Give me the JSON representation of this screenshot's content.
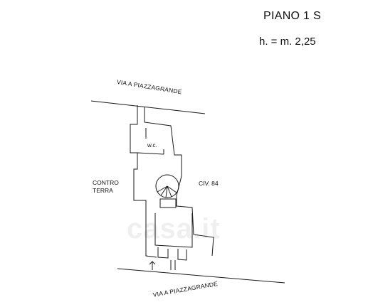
{
  "header": {
    "title": "PIANO 1 S",
    "height": "h. = m. 2,25"
  },
  "labels": {
    "street_top": "VIA A PIAZZAGRANDE",
    "street_bottom": "VIA A PIAZZAGRANDE",
    "room_wc": "w.c.",
    "side_left": "CONTRO TERRA",
    "side_right": "CIV. 84"
  },
  "watermark": "casa.it"
}
